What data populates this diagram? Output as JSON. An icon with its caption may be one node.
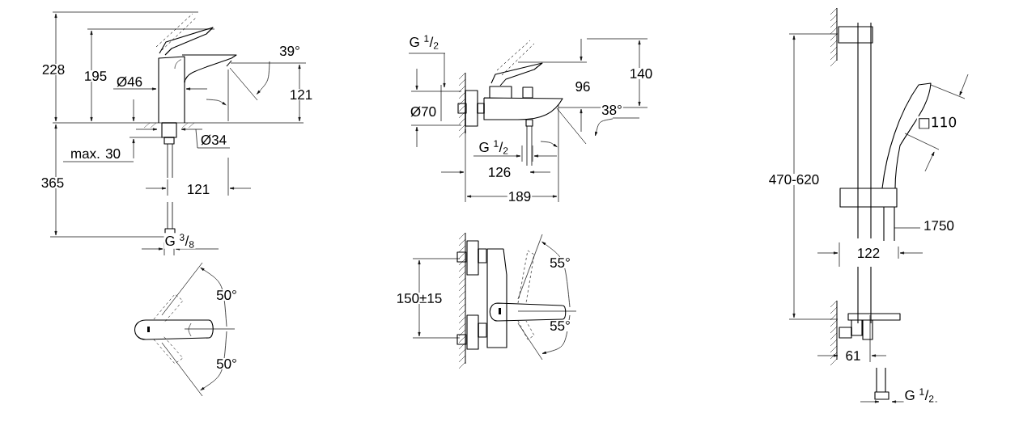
{
  "diagram": {
    "labels": [
      "228",
      "195",
      "Ø46",
      "39°",
      "121",
      "Ø34",
      "max. 30",
      "365",
      "121",
      "G $^{3}$/$_{8}$",
      "50°",
      "50°",
      "G $^{1}$/$_{2}$",
      "140",
      "96",
      "Ø70",
      "38°",
      "G $^{1}$/$_{2}$",
      "126",
      "189",
      "55°",
      "150±15",
      "55°",
      "470-620",
      "□110",
      "1750",
      "122",
      "61",
      "G $^{1}$/$_{2}$"
    ]
  }
}
